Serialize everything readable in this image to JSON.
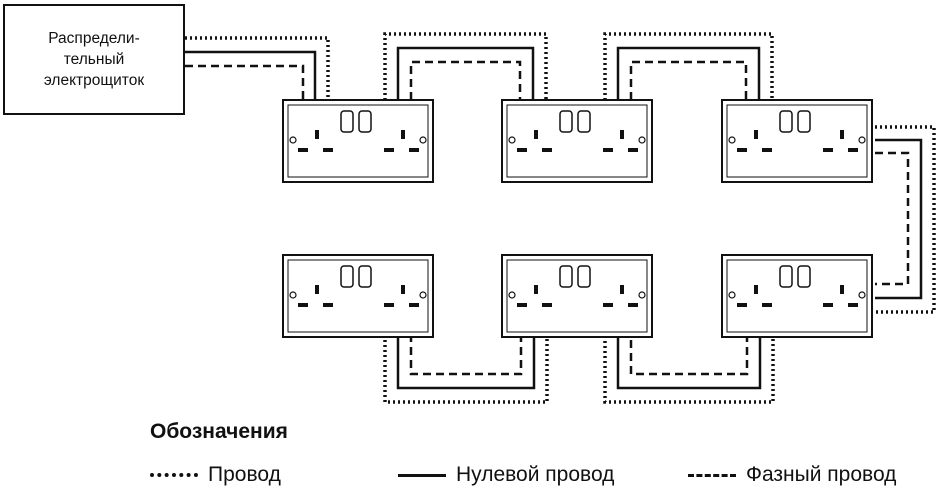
{
  "panel": {
    "label_line1": "Распредели-",
    "label_line2": "тельный",
    "label_line3": "электрощиток"
  },
  "legend": {
    "title": "Обозначения",
    "items": [
      {
        "style": "dotted",
        "label": "Провод"
      },
      {
        "style": "solid",
        "label": "Нулевой провод"
      },
      {
        "style": "dashed",
        "label": "Фазный провод"
      }
    ]
  },
  "sockets": {
    "count": 6,
    "type": "double-socket"
  },
  "colors": {
    "line": "#111111",
    "background": "#ffffff"
  }
}
